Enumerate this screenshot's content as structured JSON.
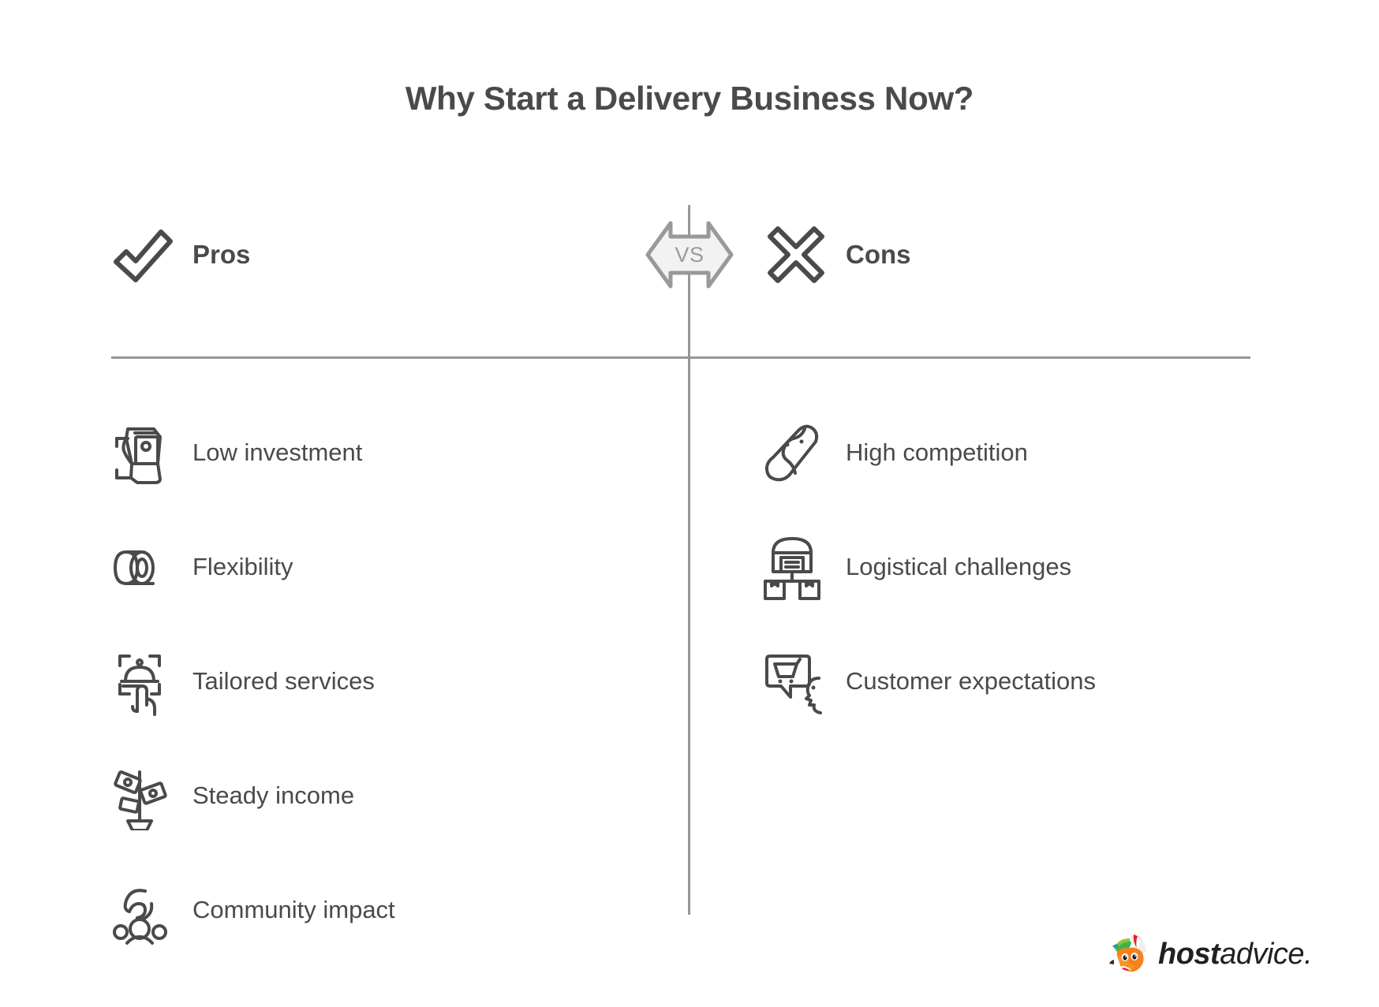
{
  "title": "Why Start a Delivery Business Now?",
  "vs": {
    "label": "VS",
    "fill": "#f2f2f2",
    "stroke": "#999999",
    "text_color": "#9b9b9b"
  },
  "colors": {
    "text": "#4a4a4a",
    "divider": "#979797",
    "icon_stroke": "#4a4a4a",
    "background": "#ffffff",
    "logo_text": "#231f20",
    "logo_fox_orange": "#f58220",
    "logo_cap_green": "#8cc63f",
    "logo_cap_red": "#ed1c24"
  },
  "columns": {
    "pros": {
      "heading": "Pros",
      "icon": "check-icon",
      "items": [
        {
          "label": "Low investment",
          "icon": "hand-money-icon"
        },
        {
          "label": "Flexibility",
          "icon": "tape-roll-icon"
        },
        {
          "label": "Tailored services",
          "icon": "cloche-tap-icon"
        },
        {
          "label": "Steady income",
          "icon": "money-plant-icon"
        },
        {
          "label": "Community impact",
          "icon": "people-group-icon"
        }
      ]
    },
    "cons": {
      "heading": "Cons",
      "icon": "cross-icon",
      "items": [
        {
          "label": "High competition",
          "icon": "running-shoe-icon"
        },
        {
          "label": "Logistical challenges",
          "icon": "warehouse-boxes-icon"
        },
        {
          "label": "Customer expectations",
          "icon": "cart-bubble-face-icon"
        }
      ]
    }
  },
  "logo": {
    "icon": "hostadvice-fox-icon",
    "word_bold": "host",
    "word_light": "advice."
  }
}
